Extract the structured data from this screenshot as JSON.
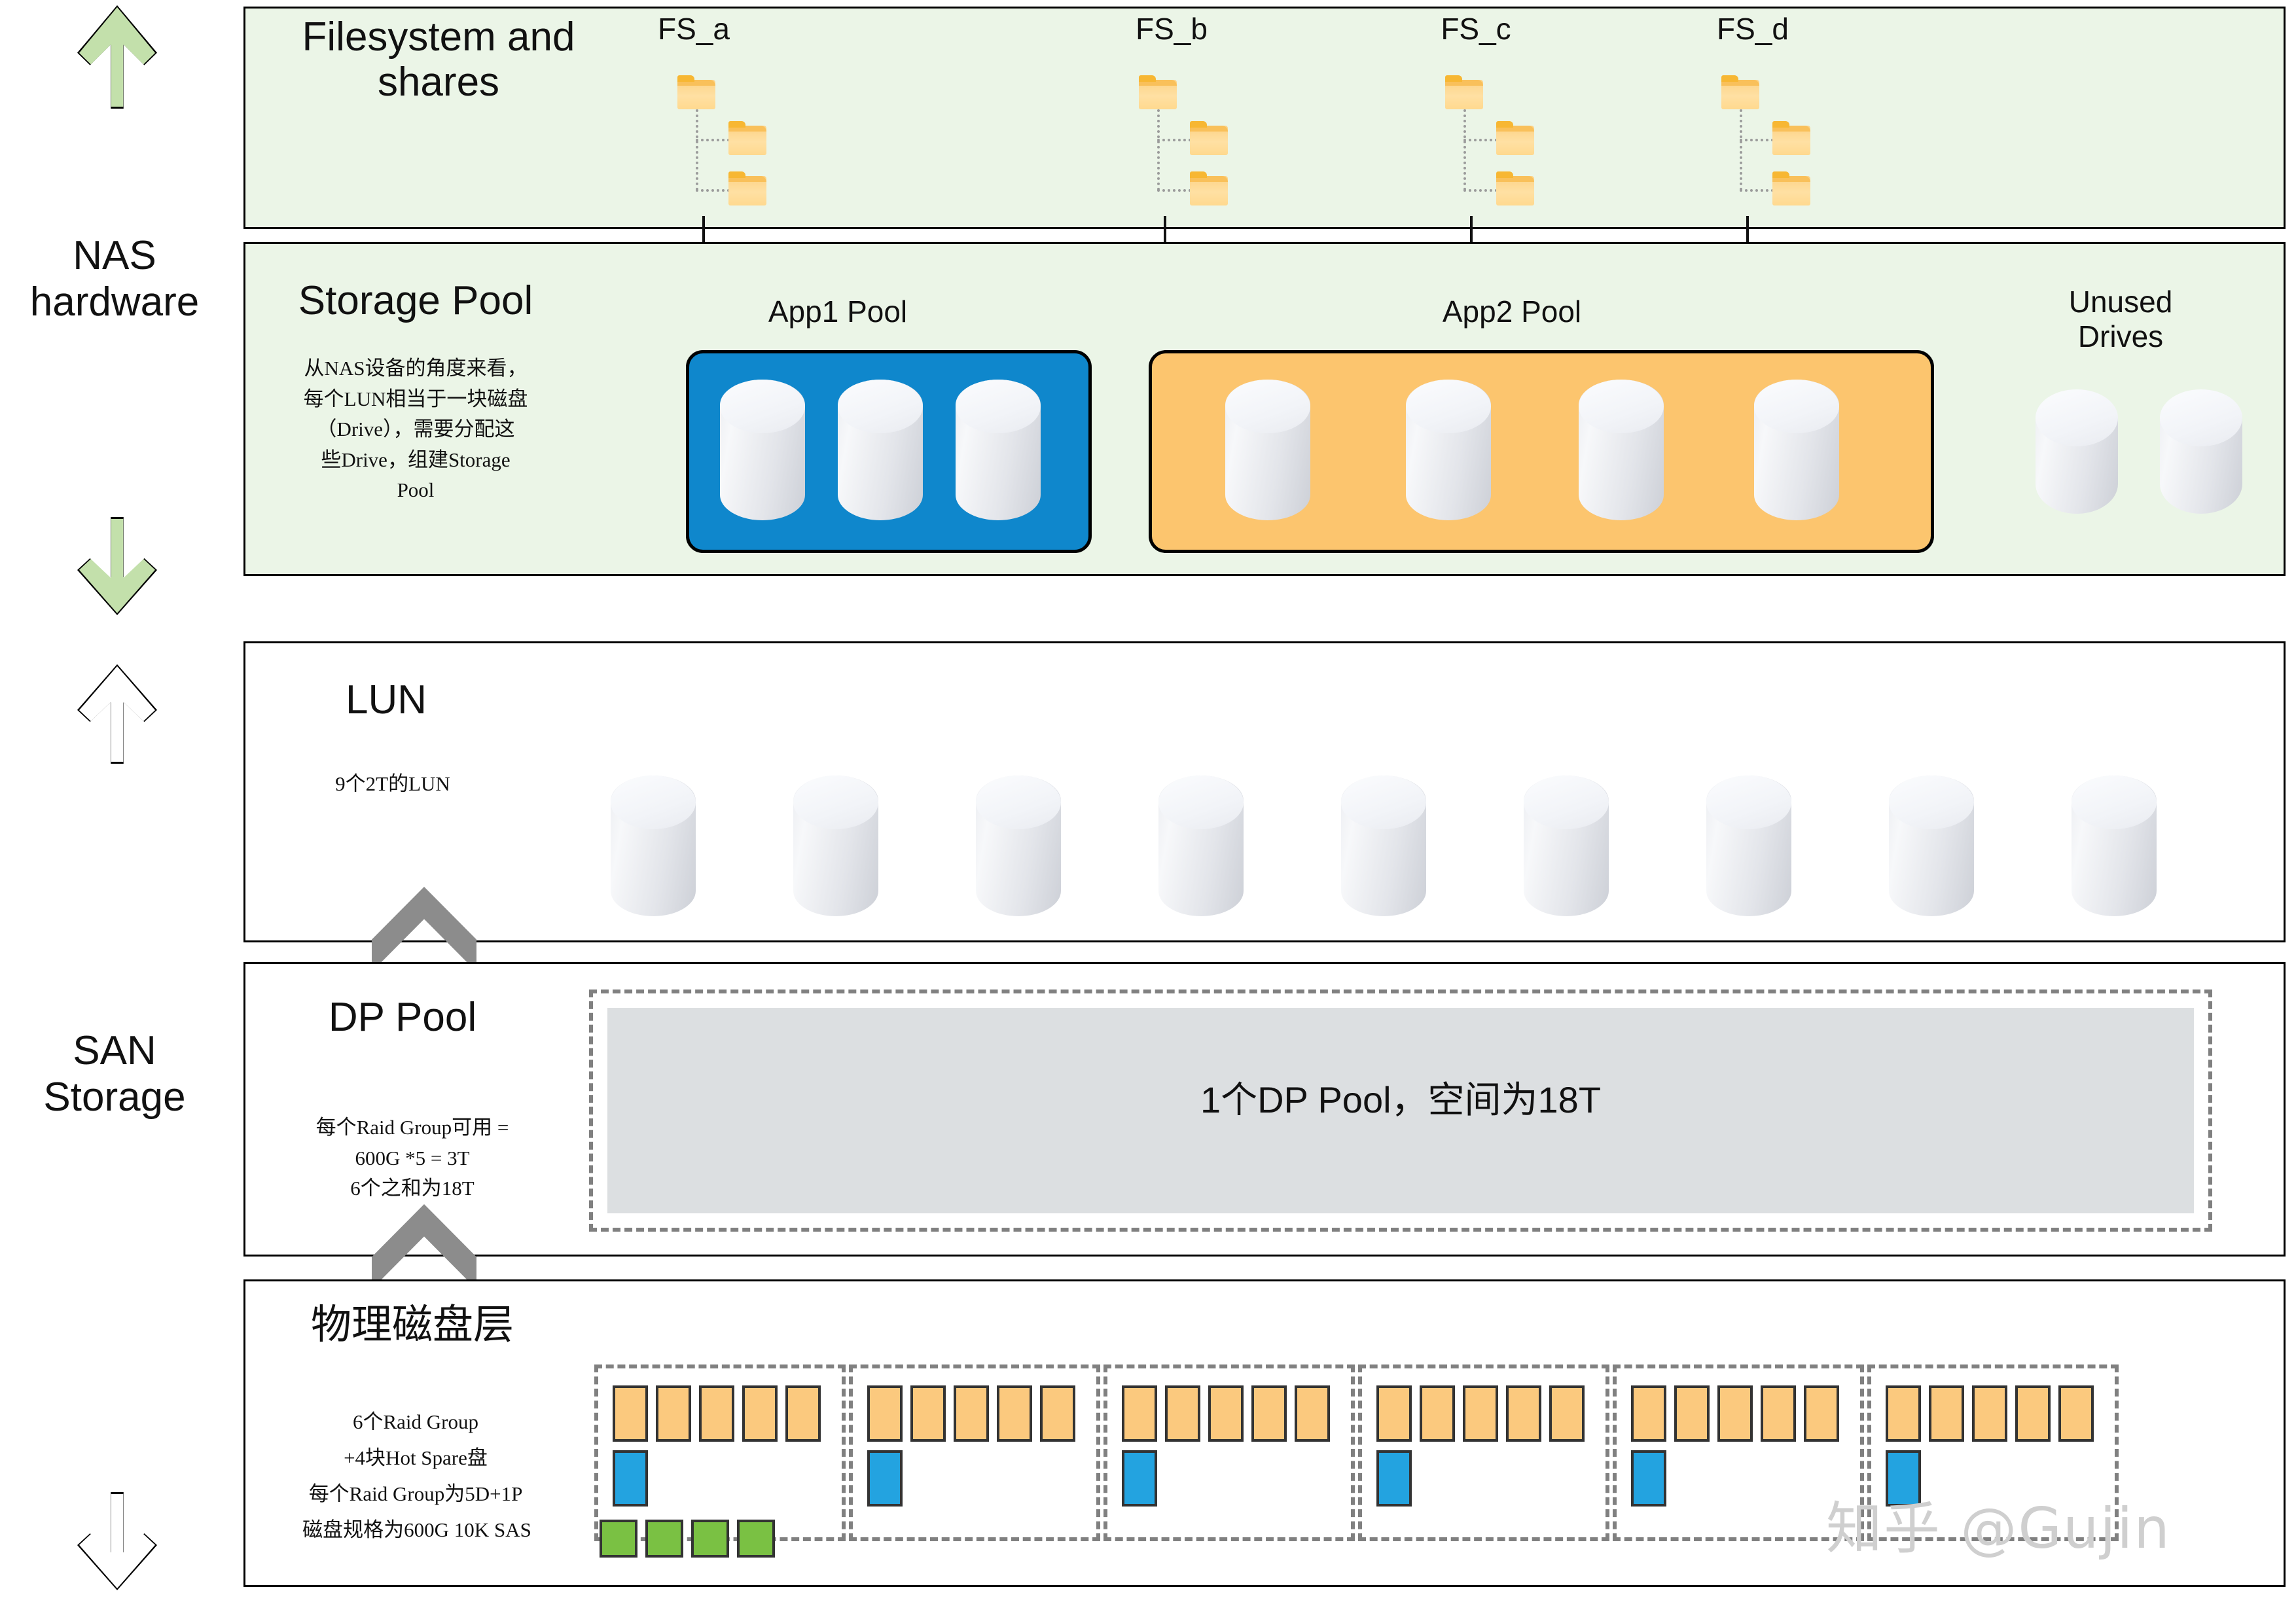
{
  "rail": {
    "nas_label": "NAS\nhardware",
    "san_label": "SAN\nStorage"
  },
  "filesystem_panel": {
    "title": "Filesystem and\nshares",
    "filesystems": [
      {
        "name": "FS_a"
      },
      {
        "name": "FS_b"
      },
      {
        "name": "FS_c"
      },
      {
        "name": "FS_d"
      }
    ]
  },
  "storage_pool_panel": {
    "title": "Storage Pool",
    "note": "从NAS设备的角度来看，\n每个LUN相当于一块磁盘\n（Drive），需要分配这\n些Drive，组建Storage\nPool",
    "pools": [
      {
        "label": "App1 Pool",
        "color": "#0f87cc",
        "drives": 3
      },
      {
        "label": "App2 Pool",
        "color": "#fcc56e",
        "drives": 4
      }
    ],
    "unused_label": "Unused\nDrives",
    "unused_drives": 2
  },
  "lun_panel": {
    "title": "LUN",
    "note": "9个2T的LUN",
    "lun_count": 9
  },
  "dp_pool_panel": {
    "title": "DP Pool",
    "note": "每个Raid Group可用 =\n600G *5 = 3T\n6个之和为18T",
    "box_text": "1个DP Pool，空间为18T"
  },
  "physical_panel": {
    "title": "物理磁盘层",
    "notes": [
      "6个Raid Group",
      "+4块Hot Spare盘",
      "每个Raid Group为5D+1P",
      "磁盘规格为600G 10K SAS"
    ],
    "raid_group_count": 6,
    "data_disks_per_group": 5,
    "parity_disks_per_group": 1,
    "hot_spare_count": 4,
    "colors": {
      "data_disk": "#fbc97e",
      "parity_disk": "#23a3e0",
      "hot_spare": "#7ac143"
    }
  },
  "watermark": "知乎 @Gujin",
  "palette": {
    "panel_green": "#ebf5e7",
    "arrow_green": "#c3e0ab",
    "dp_fill": "#dcdfe1"
  }
}
